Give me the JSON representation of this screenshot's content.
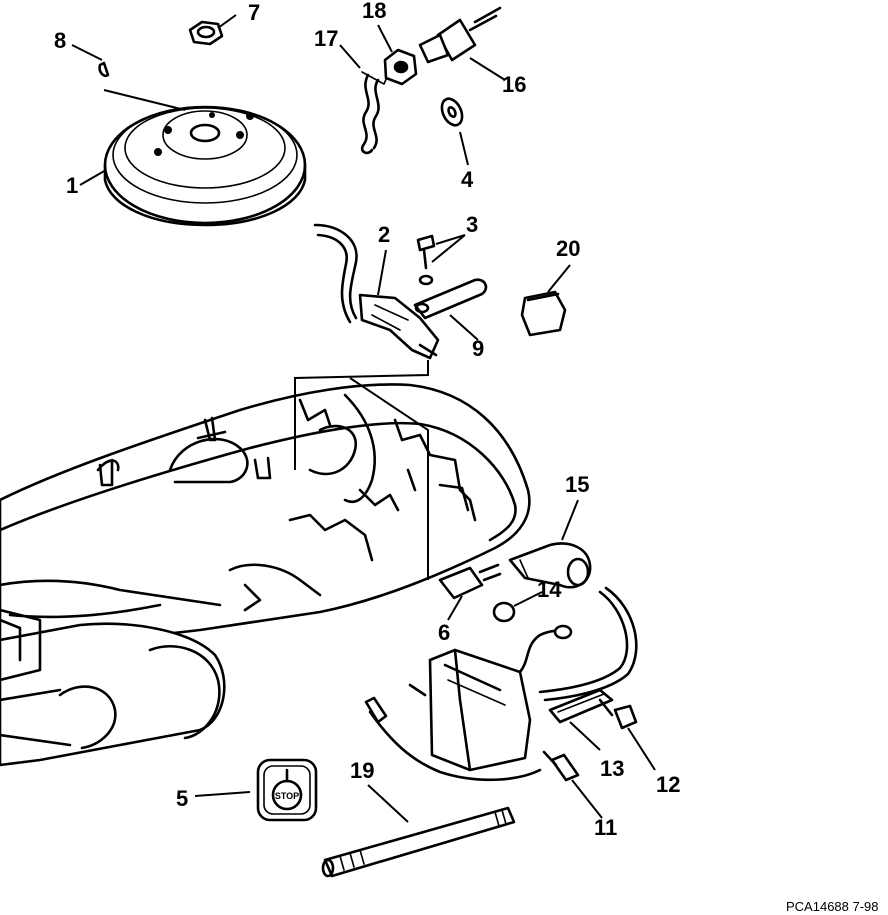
{
  "diagram": {
    "callouts": [
      "1",
      "2",
      "3",
      "4",
      "5",
      "6",
      "7",
      "8",
      "9",
      "11",
      "12",
      "13",
      "14",
      "15",
      "16",
      "17",
      "18",
      "19",
      "20"
    ],
    "stop_label": "STOP",
    "drawing_code": "PCA14688  7-98"
  }
}
